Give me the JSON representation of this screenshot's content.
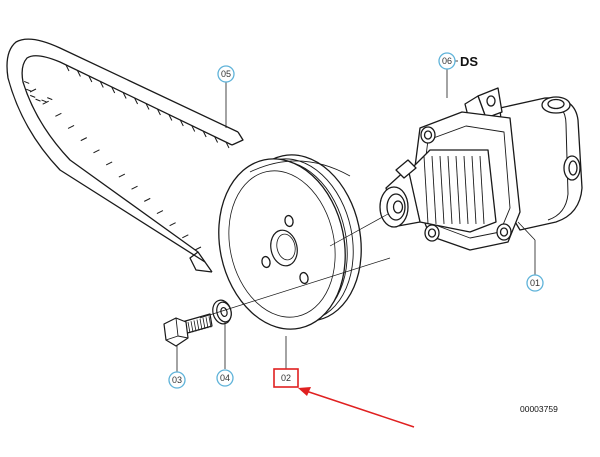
{
  "diagram": {
    "reference_number": "00003759",
    "assembly_label": "DS",
    "colors": {
      "line": "#1a1a1a",
      "callout_circle": "#5fb3d9",
      "highlight": "#e02020",
      "arrow": "#e02020"
    },
    "callouts": [
      {
        "id": "01",
        "label": "01"
      },
      {
        "id": "02",
        "label": "02",
        "highlighted": true
      },
      {
        "id": "03",
        "label": "03"
      },
      {
        "id": "04",
        "label": "04"
      },
      {
        "id": "05",
        "label": "05"
      },
      {
        "id": "06",
        "label": "06"
      }
    ]
  }
}
